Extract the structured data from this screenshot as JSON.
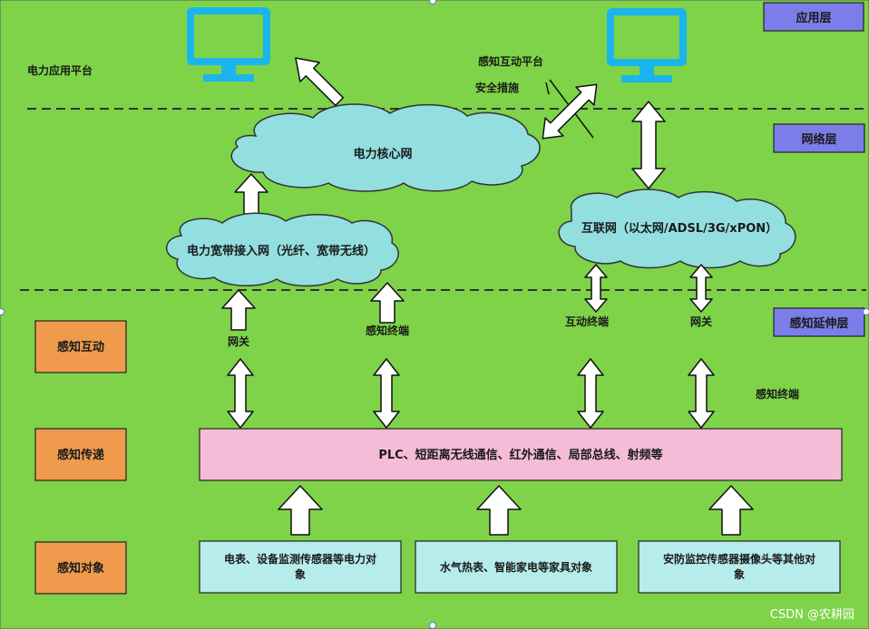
{
  "layers": {
    "application": "应用层",
    "network": "网络层",
    "extension": "感知延伸层"
  },
  "platforms": {
    "power_app": "电力应用平台",
    "interaction": "感知互动平台",
    "security": "安全措施"
  },
  "clouds": {
    "core": "电力核心网",
    "broadband": "电力宽带接入网（光纤、宽带无线）",
    "internet": "互联网（以太网/ADSL/3G/xPON）"
  },
  "labels": {
    "gateway_left": "网关",
    "terminal_mid": "感知终端",
    "interact_terminal": "互动终端",
    "gateway_right": "网关",
    "terminal_right": "感知终端"
  },
  "side_boxes": {
    "interaction": "感知互动",
    "transfer": "感知传递",
    "objects": "感知对象"
  },
  "transport_bar": "PLC、短距离无线通信、红外通信、局部总线、射频等",
  "objects": {
    "power_line1": "电表、设备监测传感器等电力对",
    "power_line2": "象",
    "home": "水气热表、智能家电等家具对象",
    "security_line1": "安防监控传感器摄像头等其他对",
    "security_line2": "象"
  },
  "watermark": "CSDN @农耕园",
  "colors": {
    "background": "#7ed348",
    "layer_tag": "#7b7de8",
    "cloud": "#93dfe0",
    "side_box": "#ef9a4c",
    "transport_bar": "#f4bcd6",
    "object_box": "#b6ecec",
    "monitor": "#1bb5ee"
  },
  "icons": [
    "monitor-icon",
    "monitor-icon"
  ]
}
